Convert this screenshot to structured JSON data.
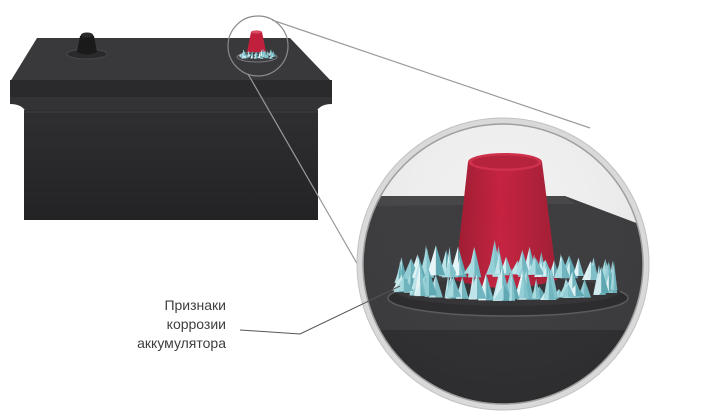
{
  "callout": {
    "lines": [
      "Признаки",
      "коррозии",
      "аккумулятора"
    ]
  },
  "colors": {
    "battery_body": "#2c2c2e",
    "battery_top": "#3a3a3c",
    "terminal_negative": "#1f1f1f",
    "terminal_positive": "#b8203a",
    "corrosion_crystals": "#a9dde3",
    "magnifier_rim": "#c9c9c9",
    "magnifier_background": "#efefef",
    "leader_line": "#555555"
  },
  "icons": {
    "battery": "car-battery-illustration",
    "magnifier": "magnifying-lens-circle",
    "terminal_positive": "positive-terminal-cone",
    "terminal_negative": "negative-terminal-post",
    "corrosion": "corrosion-crystals"
  }
}
